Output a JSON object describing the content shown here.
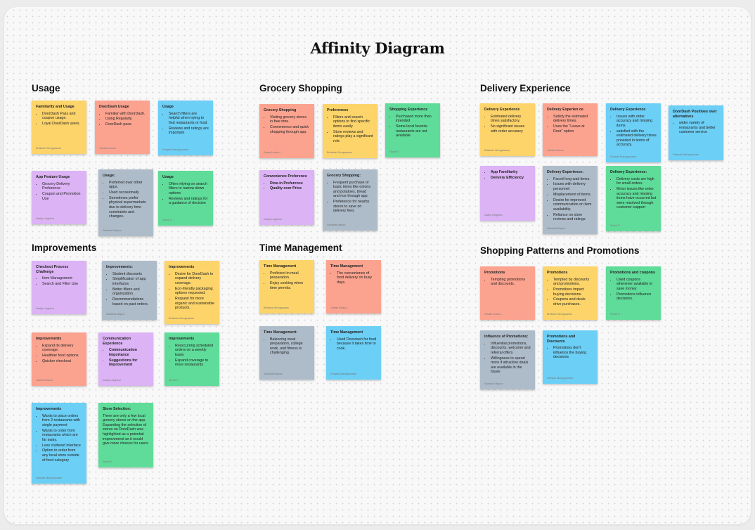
{
  "title": "Affinity Diagram",
  "clusters": {
    "usage": "Usage",
    "grocery": "Grocery Shopping",
    "delivery": "Delivery Experience",
    "improvements": "Improvements",
    "time": "Time Management",
    "shopping": "Shopping Patterns and Promotions"
  },
  "notes": {
    "u1": {
      "title": "Familiarity and Usage",
      "items": [
        "DoorDash Pass and coupon usage.",
        "Loyal DoorDash users."
      ],
      "author": "Brittanie Wongsawan"
    },
    "u2": {
      "title": "DoorDash Usage",
      "items": [
        "Familiar with DoorDash.",
        "Using Regularly.",
        "DoorDash pass."
      ],
      "author": "Jolette Antezo"
    },
    "u3": {
      "title": "Usage",
      "items": [
        "Search filters are helpful when trying to find restaurants or food",
        "Reviews and ratings are important"
      ],
      "author": "Deepak Manigopuram"
    },
    "u4": {
      "title": "App Feature Usage",
      "items": [
        "Grocery Delivery Preference",
        "Coupon and Promotion Use"
      ],
      "author": "Darby Leighton"
    },
    "u5": {
      "title": "Usage:",
      "items": [
        "Preferred over other apps.",
        "Used occasionally",
        "Sometimes prefer physical supermarkets due to delivery time constraints and changes."
      ],
      "author": "Sabahat Majoor"
    },
    "u6": {
      "title": "Usage",
      "items": [
        "Often relying on search filters to narrow down options",
        "Reviews and ratings for a guidance of decision"
      ],
      "author": "Shruti S"
    },
    "g1": {
      "title": "Grocery Shopping",
      "items": [
        "Visiting grocery stores in free time.",
        "Convenience and quick shopping through app."
      ],
      "author": "Darby Leaiton"
    },
    "g2": {
      "title": "Preferences",
      "items": [
        "Filters and search options to find specific items easily.",
        "Store reviews and ratings play a significant role."
      ],
      "author": "Brittanie Wongsawan"
    },
    "g3": {
      "title": "Shopping Experience",
      "items": [
        "Purchased more than intended",
        "Some local favorite restaurants are not available"
      ],
      "author": "Shruti S"
    },
    "g4": {
      "title": "Convenience Preference",
      "items": [
        "Dine-in Preference",
        "Quality over Price"
      ],
      "author": "Darby Leighton"
    },
    "g5": {
      "title": "Grocery Shopping:",
      "items": [
        "Frequent purchase of basic items like onions and potatoes, bread and rice through app.",
        "Preference for nearby stores to save on delivery fees"
      ],
      "author": "Sabahat Majoor"
    },
    "d1": {
      "title": "Delivery Experience",
      "items": [
        "Estimated delivery times satisfactory.",
        "No significant issues with order accuracy"
      ],
      "author": "Brittanie Wongsawan"
    },
    "d2": {
      "title": "Delivery Experien ce",
      "items": [
        "Satisfy the estimated delivery times.",
        "Uses the \"Leave at Door\" option"
      ],
      "author": "Jolette Antezo"
    },
    "d3": {
      "title": "Delivery Experience",
      "items": [
        "Issues with order accuracy and missing items",
        "satisfied with the estimated delivery times provided in terms of accuracy."
      ],
      "author": "Deepak Manigopuram"
    },
    "d4": {
      "title": "DoorDash Positives over alternatives",
      "items": [
        "wider variety of restaurants and better customer service"
      ],
      "author": "Deepak Manigopuram"
    },
    "d5": {
      "title": "",
      "items": [
        "App Familiarity",
        "Delivery Efficiency"
      ],
      "author": "Darby Leighton"
    },
    "d6": {
      "title": "Delivery Experience:",
      "items": [
        "Faced long wait times.",
        "Issues with delivery personnel",
        "Misplacement of items.",
        "Desire for improved communication on item availability.",
        "Reliance on store reviews and ratings"
      ],
      "author": "Sabahat Majoor"
    },
    "d7": {
      "title": "Delivery Experience:",
      "items": [
        "Delivery costs are high for small orders.",
        "Minor issues like order accuracy and missing items have occurred but were resolved through customer support"
      ],
      "author": "Shruti S"
    },
    "i1": {
      "title": "Checkout Process Challenge",
      "items": [
        "Item Management",
        "Search and Filter Use"
      ],
      "author": "Darby Leighton"
    },
    "i2": {
      "title": "Improvements:",
      "items": [
        "Student discounts",
        "Simplification of app interfaces",
        "Better filters and organization.",
        "Recommendations based on past orders."
      ],
      "author": "Sabahat Majoor"
    },
    "i3": {
      "title": "Improvements",
      "items": [
        "Desire for DoorDash to expand delivery coverage.",
        "Eco-friendly packaging options requested.",
        "Request for more organic and sustainable products."
      ],
      "author": "Brittanie Wongsawan"
    },
    "i4": {
      "title": "Improvements",
      "items": [
        "Expand its delivery coverage.",
        "Healthier food options",
        "Quicker checkout"
      ],
      "author": "Jolette Antezo"
    },
    "i5": {
      "title": "Communication Experience",
      "items": [
        "Communication Importance",
        "Suggestions for Improvement"
      ],
      "author": "Darby Leighton"
    },
    "i6": {
      "title": "Improvements",
      "items": [
        "Reoccurring scheduled orders on a weekly basis",
        "Expand coverage to more restaurants"
      ],
      "author": "Shruti S"
    },
    "i7": {
      "title": "Improvements",
      "items": [
        "Wants to place orders from 2 restaurants with single payment",
        "Wants to order from restaurants which are far away.",
        "Less cluttered interface",
        "Option to order from any local store outside of food category"
      ],
      "author": "Deepak Manigopuram"
    },
    "i8": {
      "title": "Store Selection:",
      "para": "There are only a few local grocery stores on the app. Expanding the selection of stores on DoorDash was highlighted as a potential improvement as it  would give more choices for users",
      "author": "Shruti S"
    },
    "t1": {
      "title": "Time Management",
      "items": [
        "Proficient in meal preparation.",
        "Enjoy cooking when time permits."
      ],
      "author": "Brittanie Wongsawan"
    },
    "t2": {
      "title": "Time Management",
      "items": [
        "The convenience of food delivery on busy days."
      ],
      "author": "Jolette Antezo"
    },
    "t3": {
      "title": "Time Management:",
      "items": [
        "Balancing meal preparation, college work, and fitness is challenging."
      ],
      "author": "Sabahat Majoor"
    },
    "t4": {
      "title": "Time Management",
      "items": [
        "Used Doordash for food because it takes time to cook."
      ],
      "author": "Deepak Manigopuram"
    },
    "s1": {
      "title": "Promotions",
      "items": [
        "Tempting promotions and discounts."
      ],
      "author": "Jolette Antezo"
    },
    "s2": {
      "title": "Promotions",
      "items": [
        "Tempted by discounts and promotions.",
        "Promotions impact buying decisions.",
        "Coupons and deals drive purchases."
      ],
      "author": "Brittanie Wongsawan"
    },
    "s3": {
      "title": "Promotions and coupons",
      "items": [
        "Used coupons whenever available to save money",
        "Promotions influence decisions."
      ],
      "author": "Shruti S"
    },
    "s4": {
      "title": "Influence of Promotions:",
      "items": [
        "Influential promotions, discounts, welcome and referral offers",
        "Willingness to spend more if attractive deals are available in the future"
      ],
      "author": "Sabahat Majoor"
    },
    "s5": {
      "title": "Promotions and Discounts",
      "items": [
        "Promotions don't influence the buying decisions"
      ],
      "author": "Deepak Manigopuram"
    }
  }
}
